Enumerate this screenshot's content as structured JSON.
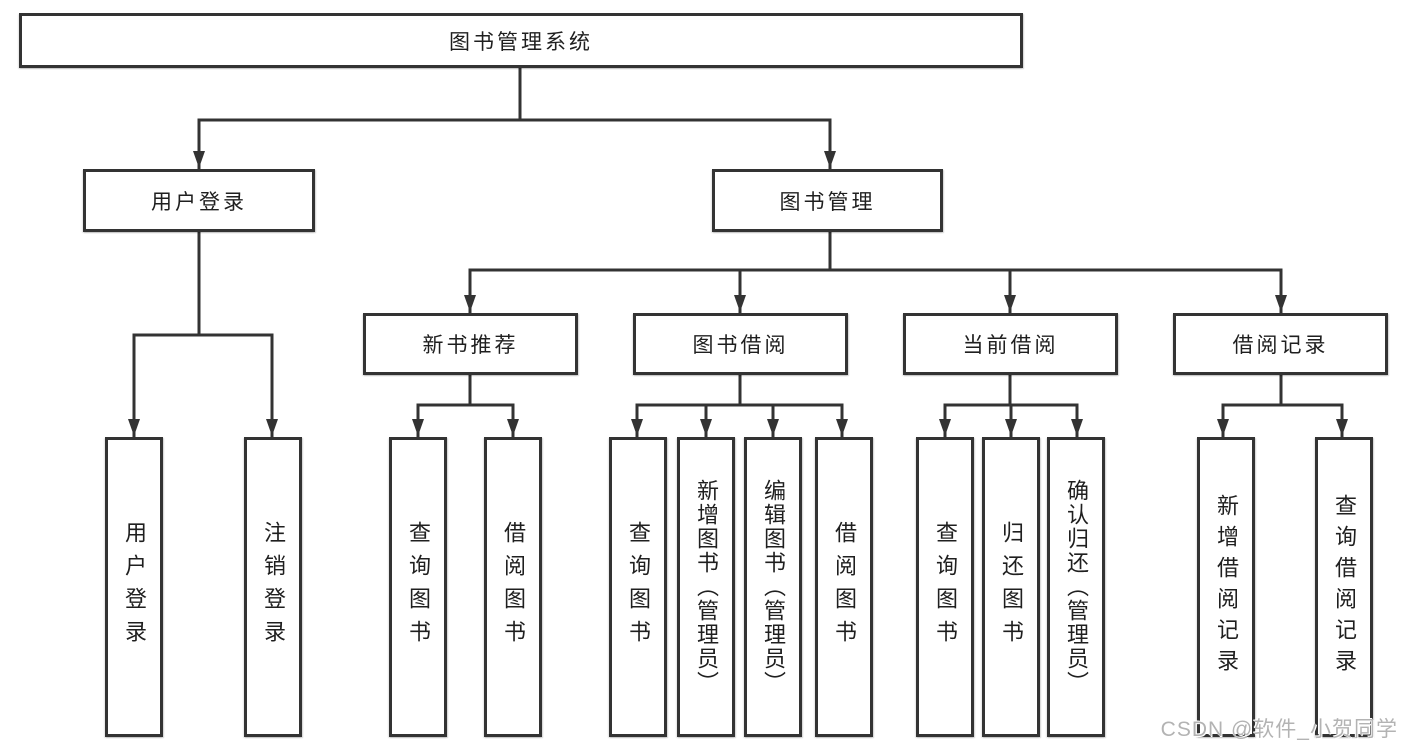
{
  "diagram": {
    "nodes": {
      "root": {
        "label": "图书管理系统"
      },
      "user_login": {
        "label": "用户登录"
      },
      "book_mgmt": {
        "label": "图书管理"
      },
      "new_book_rec": {
        "label": "新书推荐"
      },
      "book_borrow": {
        "label": "图书借阅"
      },
      "current_borrow": {
        "label": "当前借阅"
      },
      "borrow_records": {
        "label": "借阅记录"
      },
      "leaf_user_login": {
        "label": "用户登录"
      },
      "leaf_logout": {
        "label": "注销登录"
      },
      "leaf_nbr_query": {
        "label": "查询图书"
      },
      "leaf_nbr_borrow": {
        "label": "借阅图书"
      },
      "leaf_bb_query": {
        "label": "查询图书"
      },
      "leaf_bb_add": {
        "label": "新增图书（管理员）"
      },
      "leaf_bb_edit": {
        "label": "编辑图书（管理员）"
      },
      "leaf_bb_borrow": {
        "label": "借阅图书"
      },
      "leaf_cb_query": {
        "label": "查询图书"
      },
      "leaf_cb_return": {
        "label": "归还图书"
      },
      "leaf_cb_confirm": {
        "label": "确认归还（管理员）"
      },
      "leaf_br_add": {
        "label": "新增借阅记录"
      },
      "leaf_br_query": {
        "label": "查询借阅记录"
      }
    },
    "colors": {
      "line": "#333333",
      "text": "#1f1f1f",
      "box_background": "#ffffff",
      "page_background": "#ffffff",
      "watermark": "#b3b3b3"
    }
  },
  "watermark": {
    "text": "CSDN @软件_小贺同学"
  }
}
